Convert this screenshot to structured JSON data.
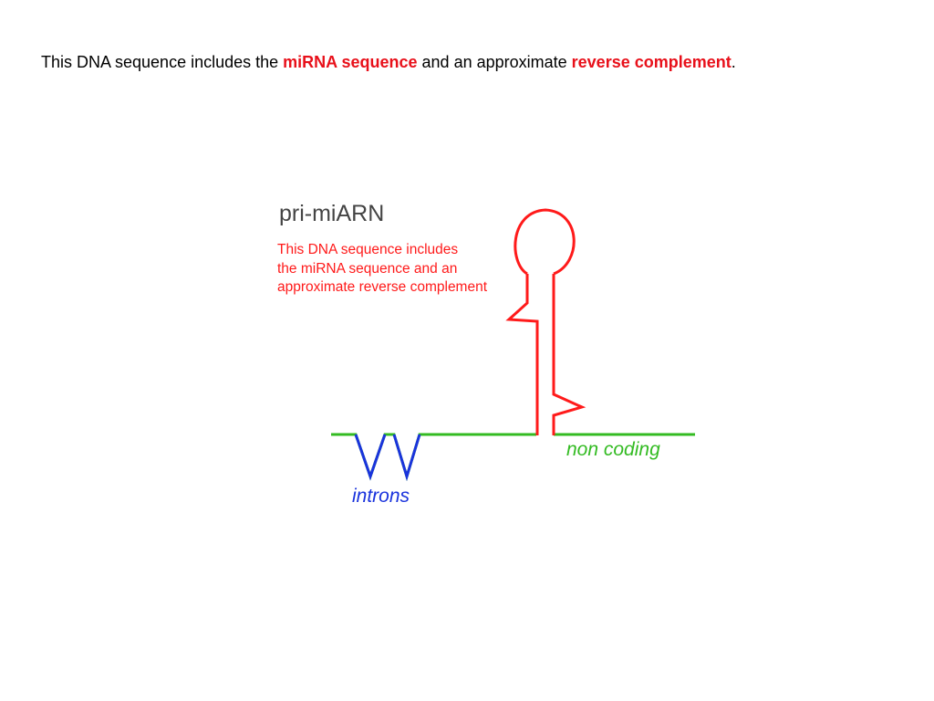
{
  "caption": {
    "part1": "This DNA sequence includes the ",
    "highlight1": "miRNA sequence",
    "part2": " and an approximate ",
    "highlight2": "reverse complement",
    "part3": "."
  },
  "diagram": {
    "title": "pri-miARN",
    "description_lines": [
      "This DNA sequence includes",
      "the miRNA sequence and an",
      "approximate reverse complement"
    ],
    "introns_label": "introns",
    "non_coding_label": "non coding"
  },
  "colors": {
    "highlight": "#e8101a",
    "hairpin": "#ff1a1a",
    "backbone": "#33bb22",
    "introns": "#1a33dd",
    "title": "#444444"
  }
}
